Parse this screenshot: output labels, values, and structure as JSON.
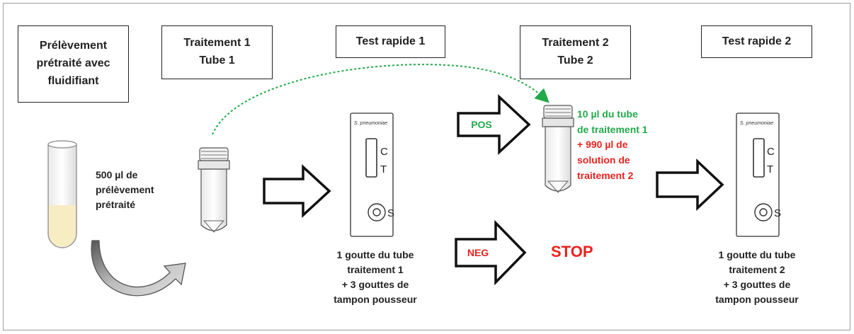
{
  "colors": {
    "green": "#22a94a",
    "red": "#e8231f",
    "dark": "#222222",
    "liquid": "#f8ecc2"
  },
  "steps": [
    {
      "lines": [
        "Prélèvement",
        "prétraité avec",
        "fluidifiant"
      ]
    },
    {
      "lines": [
        "Traitement 1",
        "Tube 1"
      ]
    },
    {
      "lines": [
        "Test rapide 1"
      ]
    },
    {
      "lines": [
        "Traitement 2",
        "Tube 2"
      ]
    },
    {
      "lines": [
        "Test rapide 2"
      ]
    }
  ],
  "sample_note": [
    "500 µl de",
    "prélèvement",
    "prétraité"
  ],
  "rapid_test_1_note": [
    "1 goutte du tube",
    "traitement 1",
    "+ 3 gouttes de",
    "tampon pousseur"
  ],
  "rapid_test_2_note": [
    "1 goutte du tube",
    "traitement 2",
    "+ 3 gouttes de",
    "tampon pousseur"
  ],
  "tube2_note": {
    "green_lines": [
      "10 µl du tube",
      "de traitement 1"
    ],
    "red_lines": [
      "+ 990 µl de",
      "solution de",
      "traitement 2"
    ]
  },
  "pos_label": "POS",
  "neg_label": "NEG",
  "stop_label": "STOP",
  "cassette": {
    "species": "S. pneumoniae",
    "c": "C",
    "t": "T",
    "s": "S"
  }
}
